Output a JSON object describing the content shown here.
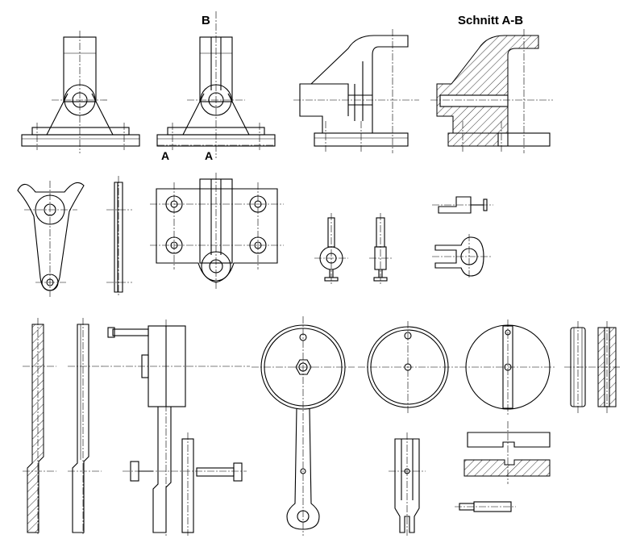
{
  "labels": {
    "section_mark": "B",
    "section_title": "Schnitt  A-B",
    "cut_mark_left": "A",
    "cut_mark_right": "A"
  }
}
